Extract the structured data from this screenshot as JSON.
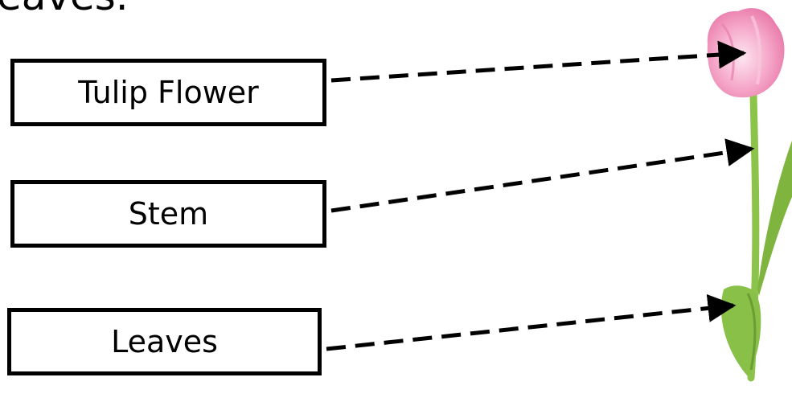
{
  "heading": "eaves.",
  "labels": {
    "flower": "Tulip Flower",
    "stem": "Stem",
    "leaves": "Leaves"
  },
  "colors": {
    "petal": "#f5a6c8",
    "petal_dark": "#e77fae",
    "stem": "#8cc34a",
    "leaf": "#7fb53f",
    "line": "#000000"
  }
}
